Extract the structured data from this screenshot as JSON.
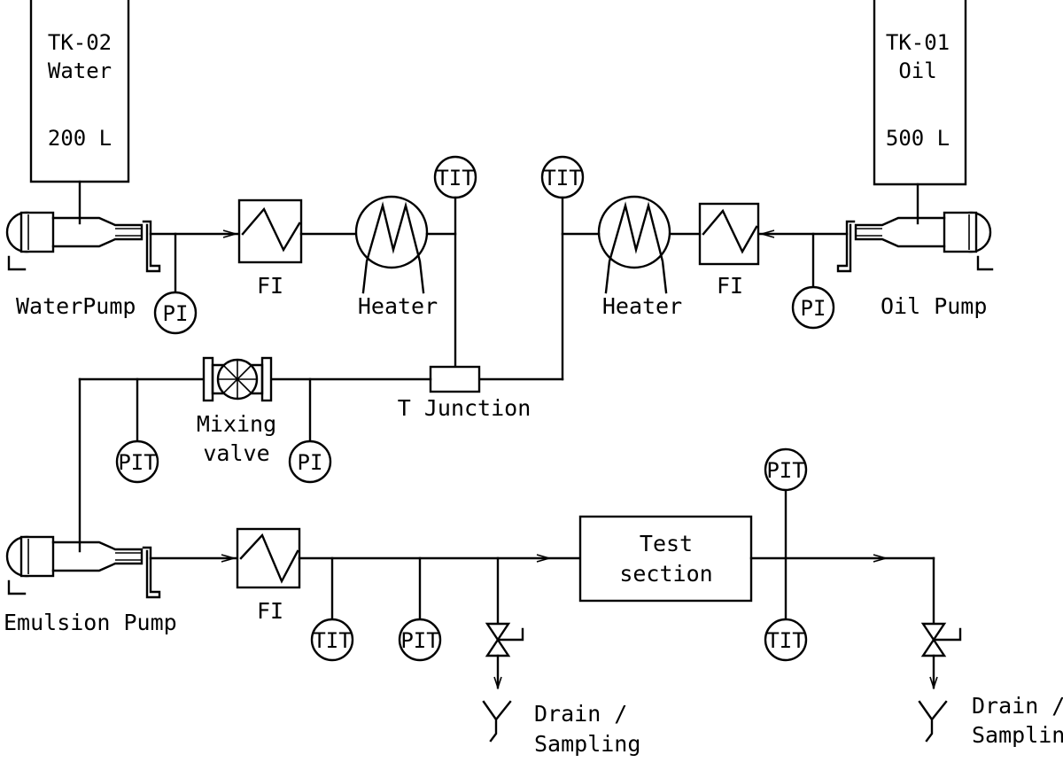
{
  "tanks": {
    "water": {
      "id": "TK-02",
      "fluid": "Water",
      "volume": "200 L"
    },
    "oil": {
      "id": "TK-01",
      "fluid": "Oil",
      "volume": "500 L"
    }
  },
  "pumps": {
    "water": "WaterPump",
    "oil": "Oil Pump",
    "emulsion": "Emulsion Pump"
  },
  "instruments": {
    "fi": "FI",
    "pi": "PI",
    "pit": "PIT",
    "tit": "TIT"
  },
  "equipment": {
    "heater": "Heater",
    "mixing_valve_line1": "Mixing",
    "mixing_valve_line2": "valve",
    "t_junction": "T Junction",
    "test_section_line1": "Test",
    "test_section_line2": "section",
    "drain_line1": "Drain /",
    "drain_line2": "Sampling"
  }
}
